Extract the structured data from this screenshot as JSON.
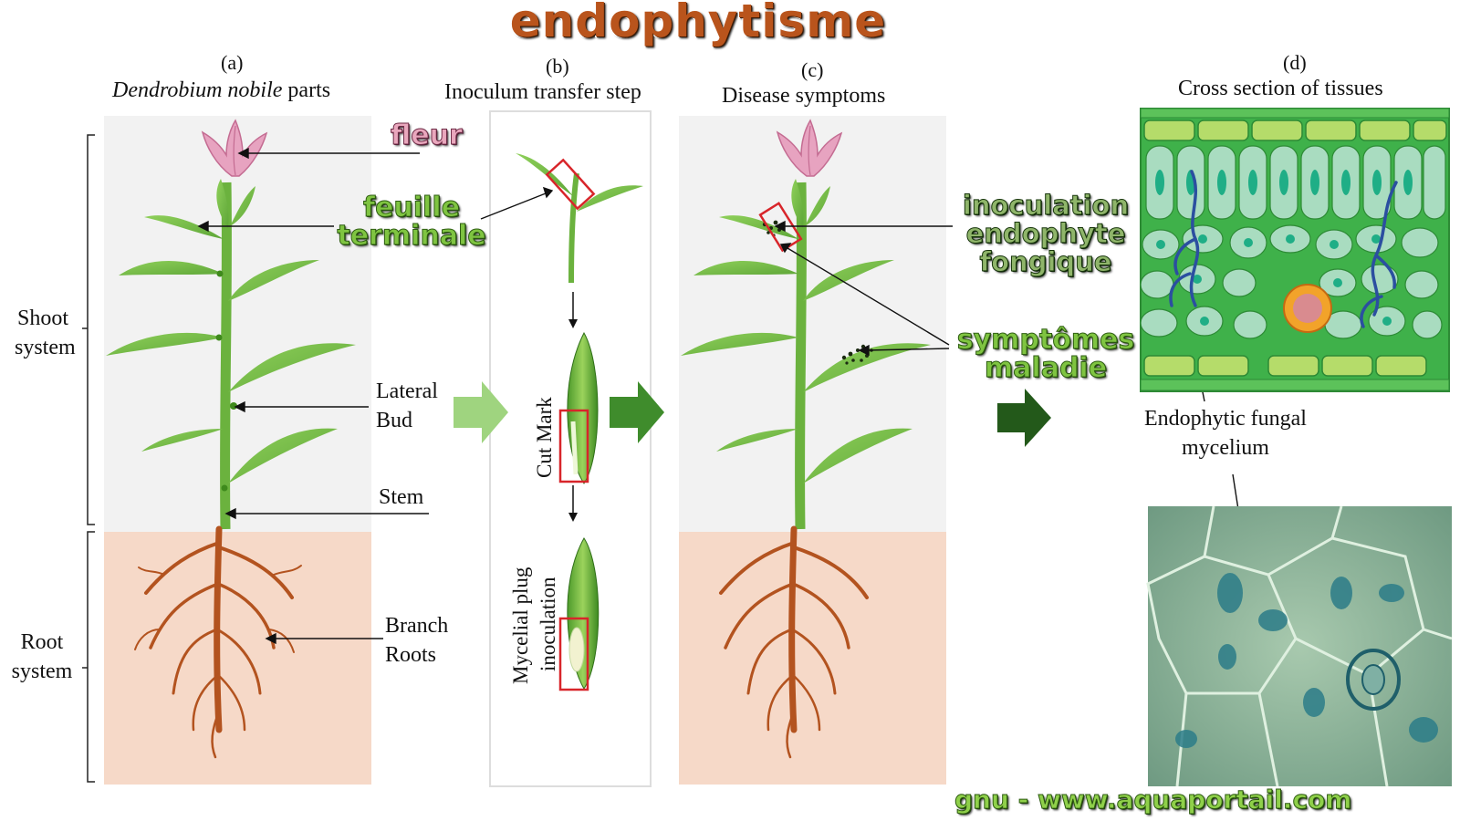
{
  "title": "endophytisme",
  "panel_a": {
    "tag": "(a)",
    "subtitle_italic": "Dendrobium nobile",
    "subtitle_rest": " parts"
  },
  "panel_b": {
    "tag": "(b)",
    "subtitle": "Inoculum transfer step",
    "cut_mark": "Cut Mark",
    "mycelial_line1": "Mycelial plug",
    "mycelial_line2": "inoculation"
  },
  "panel_c": {
    "tag": "(c)",
    "subtitle": "Disease symptoms"
  },
  "panel_d": {
    "tag": "(d)",
    "subtitle": "Cross section of tissues",
    "mycelium_line1": "Endophytic fungal",
    "mycelium_line2": "mycelium"
  },
  "systems": {
    "shoot_line1": "Shoot",
    "shoot_line2": "system",
    "root_line1": "Root",
    "root_line2": "system"
  },
  "parts": {
    "lateral": "Lateral",
    "bud": "Bud",
    "stem": "Stem",
    "branch": "Branch",
    "roots": "Roots"
  },
  "french": {
    "fleur": "fleur",
    "feuille": "feuille",
    "terminale": "terminale",
    "inoc1": "inoculation",
    "inoc2": "endophyte",
    "inoc3": "fongique",
    "sympt1": "symptômes",
    "sympt2": "maladie"
  },
  "footer": "gnu - www.aquaportail.com",
  "colors": {
    "title": "#b9541c",
    "leaf": "#7cc24e",
    "root": "#b3531f",
    "soil": "#f6d9c8",
    "sky": "#f2f2f2",
    "tissue": "#3fb14a",
    "cell": "#a9dcc0"
  }
}
